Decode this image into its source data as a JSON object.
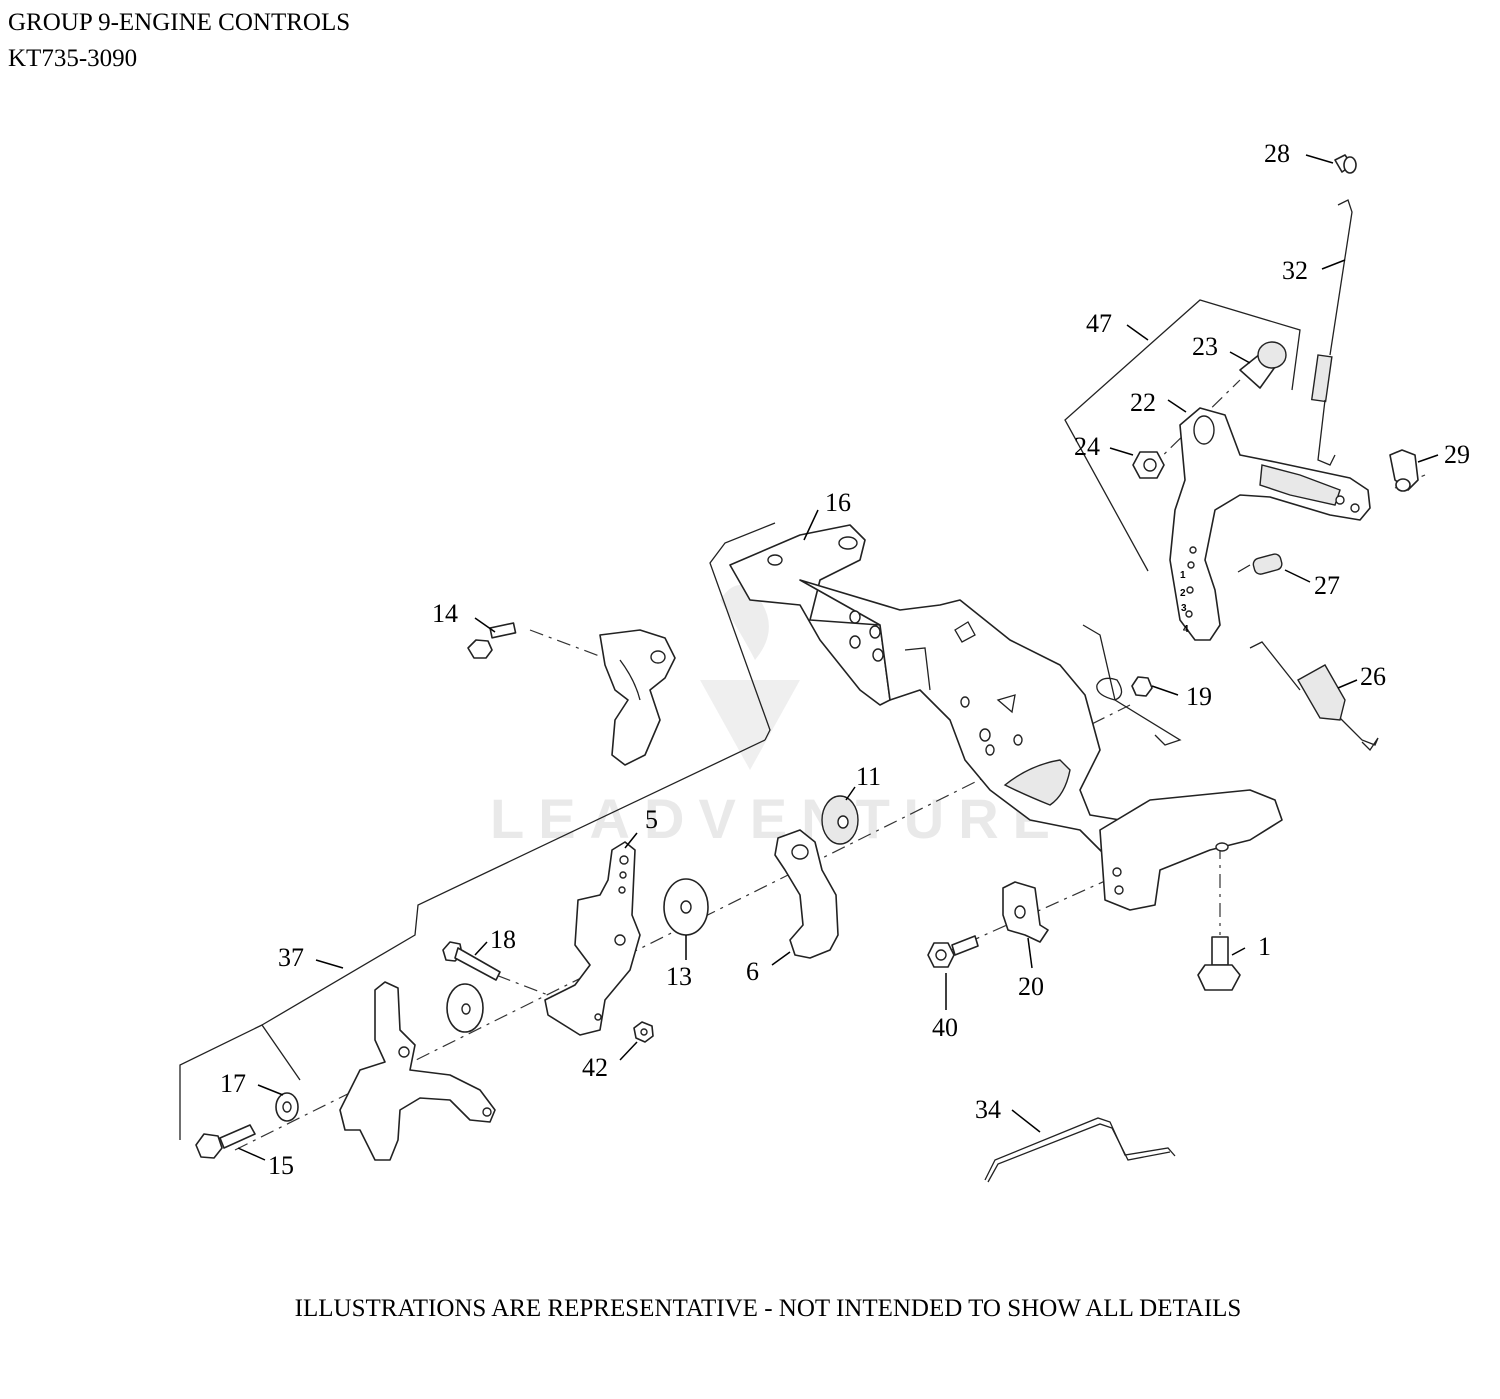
{
  "header": {
    "title": "GROUP 9-ENGINE CONTROLS",
    "model": "KT735-3090"
  },
  "watermark": {
    "text": "LEADVENTURE"
  },
  "footer": {
    "disclaimer": "ILLUSTRATIONS ARE REPRESENTATIVE - NOT INTENDED TO SHOW ALL DETAILS"
  },
  "callouts": [
    "1",
    "5",
    "6",
    "11",
    "13",
    "14",
    "15",
    "16",
    "17",
    "18",
    "19",
    "20",
    "22",
    "23",
    "24",
    "26",
    "27",
    "28",
    "29",
    "32",
    "34",
    "37",
    "40",
    "42",
    "47"
  ],
  "lever_scale_marks": [
    "1",
    "2",
    "3",
    "4"
  ]
}
